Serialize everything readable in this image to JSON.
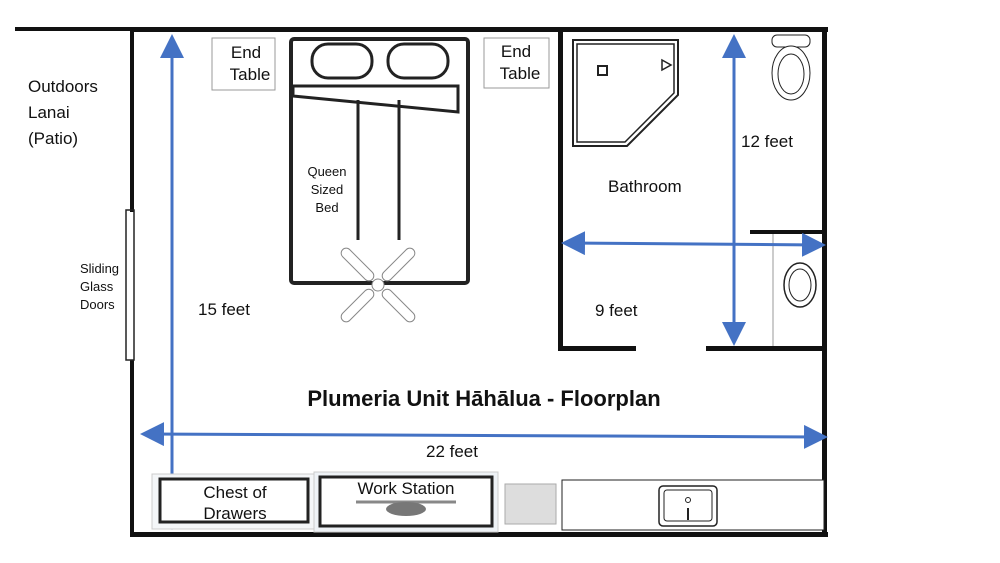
{
  "title": "Plumeria Unit Hāhālua - Floorplan",
  "outdoors": [
    "Outdoors",
    "Lanai",
    "(Patio)"
  ],
  "sliding_doors": [
    "Sliding",
    "Glass",
    "Doors"
  ],
  "end_table_left": [
    "End",
    "Table"
  ],
  "end_table_right": [
    "End",
    "Table"
  ],
  "bed": [
    "Queen",
    "Sized",
    "Bed"
  ],
  "bathroom": "Bathroom",
  "dimensions": {
    "room_height": "15 feet",
    "room_width": "22 feet",
    "bath_height": "12 feet",
    "bath_width": "9 feet"
  },
  "chest": [
    "Chest of",
    "Drawers"
  ],
  "workstation": "Work Station",
  "colors": {
    "arrow": "#4472c4",
    "wall": "#111111"
  }
}
